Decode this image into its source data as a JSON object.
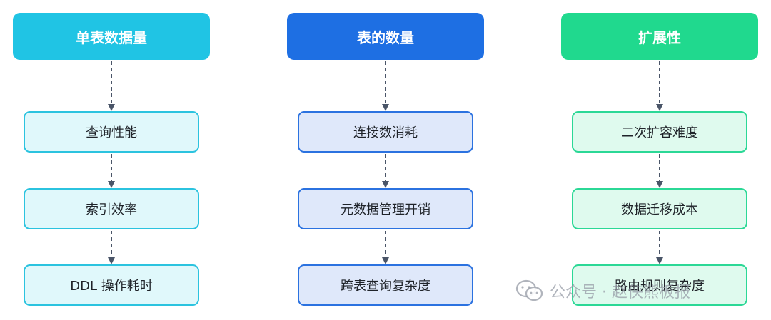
{
  "columns": [
    {
      "header": "单表数据量",
      "items": [
        "查询性能",
        "索引效率",
        "DDL 操作耗时"
      ],
      "header_color": "#20C4E4",
      "card_fill": "#E0F8FB",
      "card_border": "#2BC3DF"
    },
    {
      "header": "表的数量",
      "items": [
        "连接数消耗",
        "元数据管理开销",
        "跨表查询复杂度"
      ],
      "header_color": "#1E6FE3",
      "card_fill": "#DFE8FA",
      "card_border": "#2B72E0"
    },
    {
      "header": "扩展性",
      "items": [
        "二次扩容难度",
        "数据迁移成本",
        "路由规则复杂度"
      ],
      "header_color": "#20D98E",
      "card_fill": "#DFFAEE",
      "card_border": "#2BD896"
    }
  ],
  "connector_color": "#4A5568",
  "watermark": {
    "text": "公众号 · 赵侠熊板报",
    "icon": "wechat-icon"
  }
}
